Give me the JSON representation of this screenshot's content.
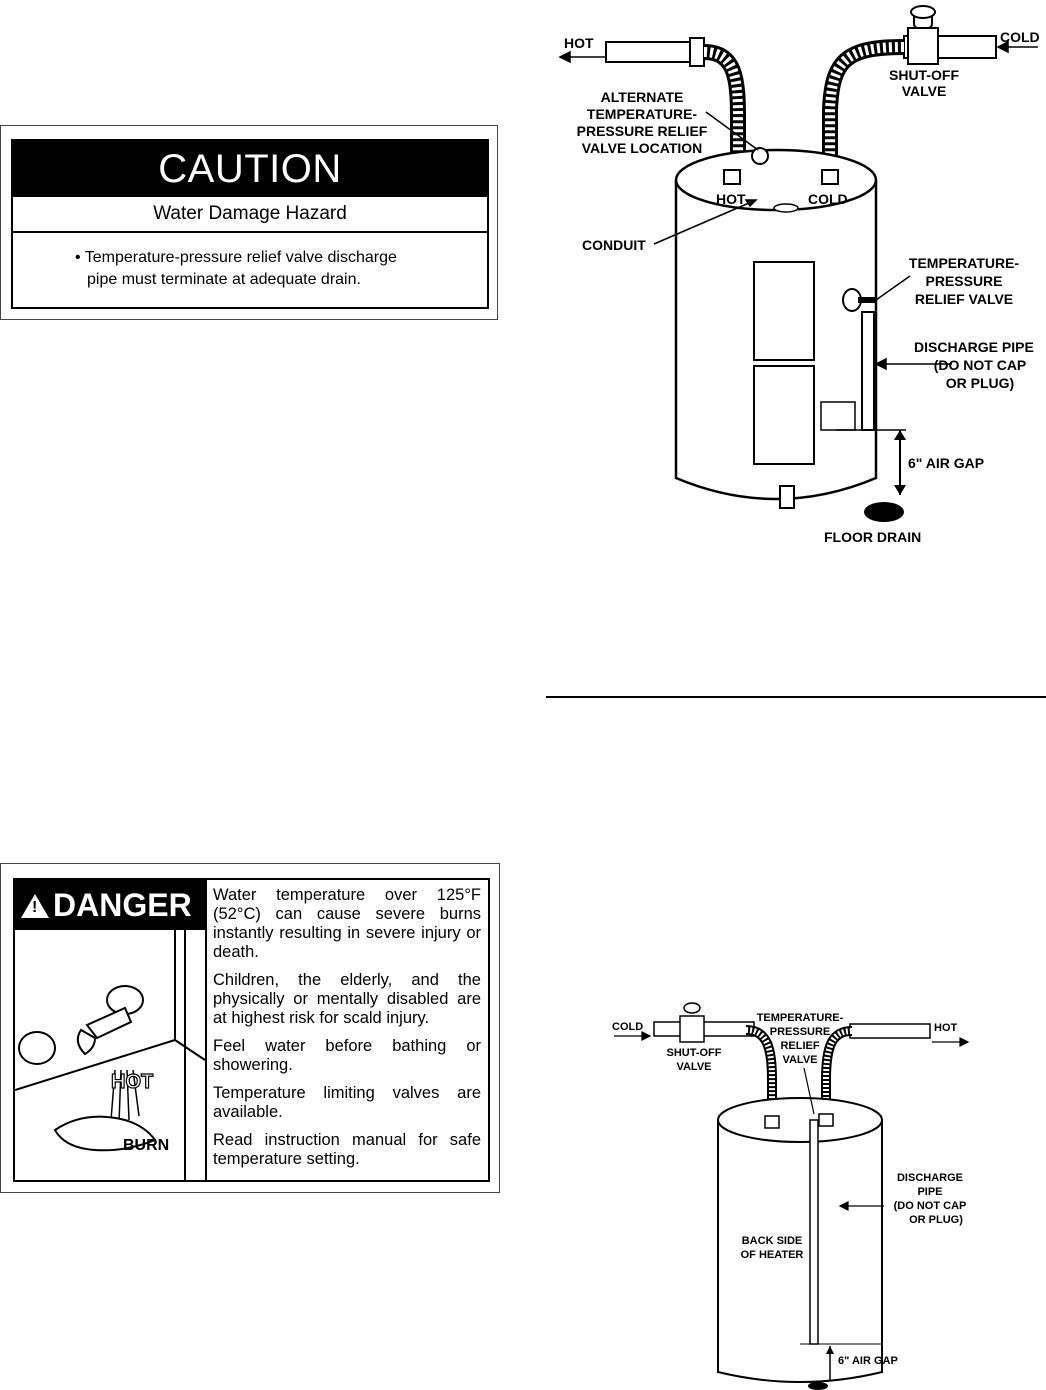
{
  "caution_label": {
    "heading": "CAUTION",
    "subheading": "Water Damage Hazard",
    "bullet_line1": "• Temperature-pressure relief valve discharge",
    "bullet_line2": "pipe must terminate at adequate drain."
  },
  "danger_label": {
    "heading": "DANGER",
    "paragraphs": [
      "Water temperature over 125°F (52°C) can cause severe burns instantly resulting in severe injury or death.",
      "Children, the elderly, and the physically or mentally disabled are at highest risk for scald injury.",
      "Feel water before bathing or showering.",
      "Temperature limiting valves are available.",
      "Read instruction manual for safe temperature setting."
    ],
    "illustration_text": {
      "hot": "HOT",
      "burn": "BURN"
    }
  },
  "front_diagram": {
    "hot": "HOT",
    "cold": "COLD",
    "shutoff_1": "SHUT-OFF",
    "shutoff_2": "VALVE",
    "alt_1": "ALTERNATE",
    "alt_2": "TEMPERATURE-",
    "alt_3": "PRESSURE RELIEF",
    "alt_4": "VALVE LOCATION",
    "tank_hot": "HOT",
    "tank_cold": "COLD",
    "conduit": "CONDUIT",
    "tpr_1": "TEMPERATURE-",
    "tpr_2": "PRESSURE",
    "tpr_3": "RELIEF VALVE",
    "dis_1": "DISCHARGE PIPE",
    "dis_2": "(DO NOT CAP",
    "dis_3": "OR PLUG)",
    "air_gap": "6\" AIR GAP",
    "floor_drain": "FLOOR DRAIN"
  },
  "back_diagram": {
    "cold": "COLD",
    "hot": "HOT",
    "shutoff_1": "SHUT-OFF",
    "shutoff_2": "VALVE",
    "tpr_1": "TEMPERATURE-",
    "tpr_2": "PRESSURE",
    "tpr_3": "RELIEF",
    "tpr_4": "VALVE",
    "dis_1": "DISCHARGE",
    "dis_2": "PIPE",
    "dis_3": "(DO NOT CAP",
    "dis_4": "OR PLUG)",
    "back_1": "BACK SIDE",
    "back_2": "OF HEATER",
    "air_gap": "6\" AIR GAP"
  }
}
